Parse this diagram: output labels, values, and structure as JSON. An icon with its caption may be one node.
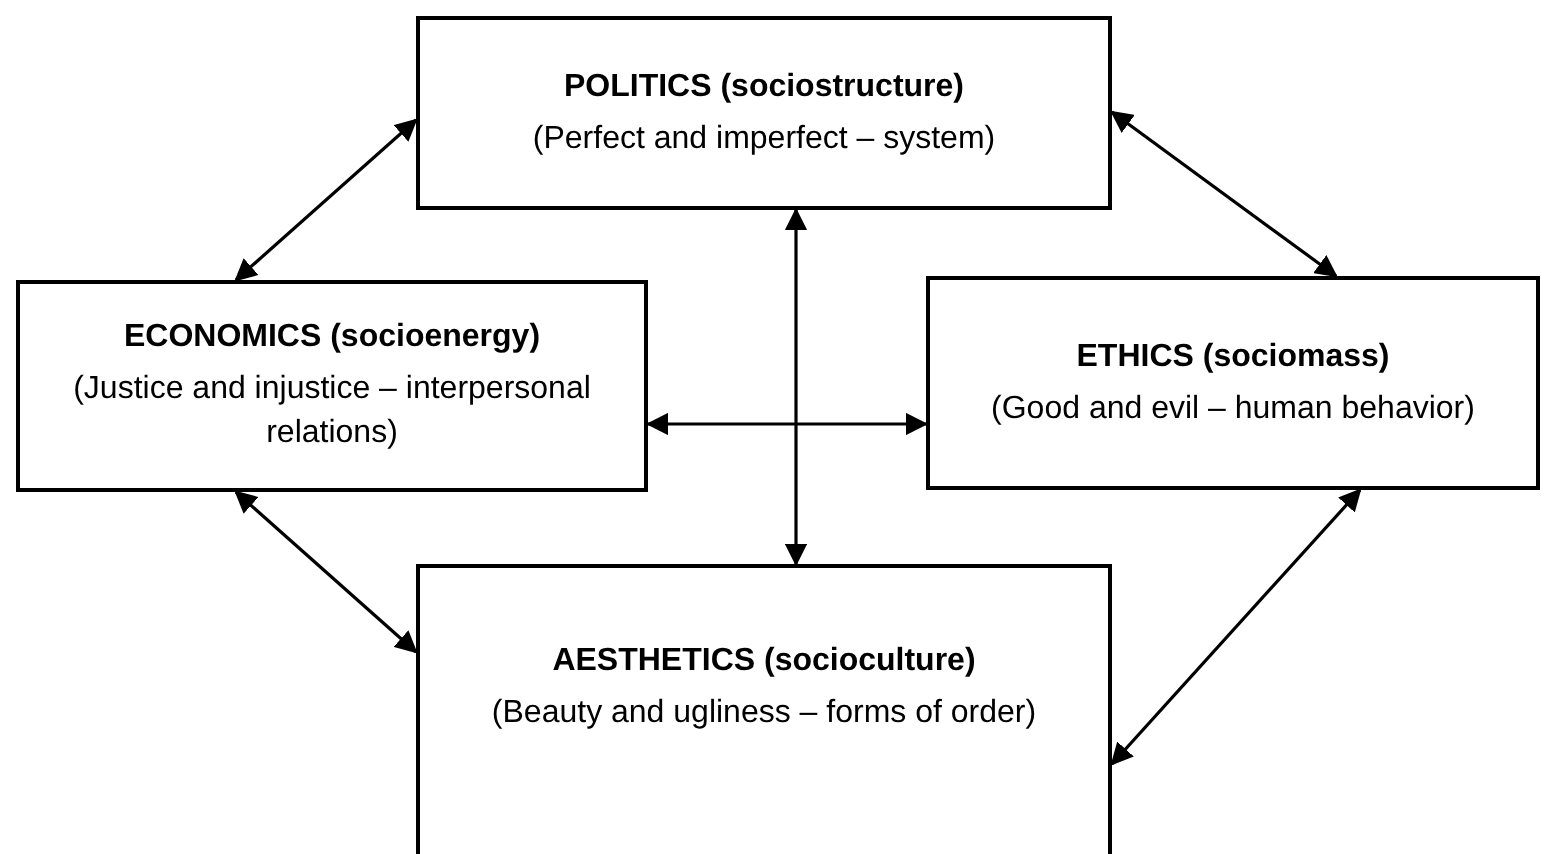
{
  "diagram": {
    "nodes": [
      {
        "text": [
          "POLITICS (sociostructure)",
          "(Perfect and imperfect – system)"
        ]
      },
      {
        "text": [
          "ECONOMICS (socioenergy)",
          "(Justice and injustice – interpersonal relations)"
        ]
      },
      {
        "text": [
          "ETHICS (sociomass)",
          "(Good and evil – human behavior)"
        ]
      },
      {
        "text": [
          "AESTHETICS (socioculture)",
          "(Beauty and ugliness – forms of order)"
        ]
      }
    ],
    "edges": [
      {
        "from": 0,
        "to": 1,
        "arrow": "both"
      },
      {
        "from": 0,
        "to": 2,
        "arrow": "both"
      },
      {
        "from": 1,
        "to": 3,
        "arrow": "both"
      },
      {
        "from": 2,
        "to": 3,
        "arrow": "both"
      },
      {
        "from": 0,
        "to": 3,
        "arrow": "both"
      },
      {
        "from": 1,
        "to": 2,
        "arrow": "both"
      }
    ]
  }
}
